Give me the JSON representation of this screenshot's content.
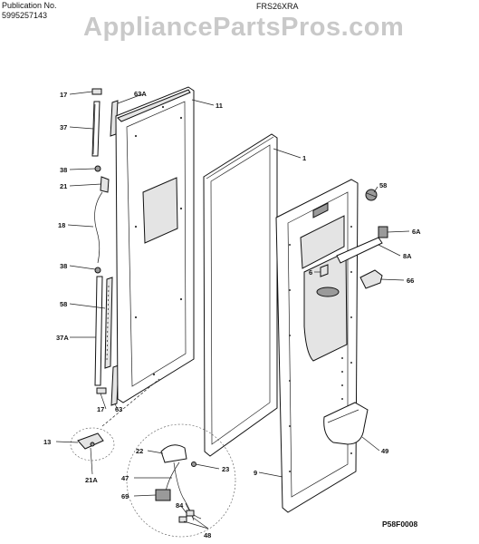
{
  "header": {
    "publication_label": "Publication No.",
    "publication_number": "5995257143",
    "model": "FRS26XRA"
  },
  "watermark": "AppliancePartsPros.com",
  "figure_id": "P58F0008",
  "callouts": [
    "17",
    "63A",
    "11",
    "37",
    "1",
    "38",
    "21",
    "58",
    "6A",
    "18",
    "8A",
    "38",
    "6",
    "66",
    "58",
    "37A",
    "17",
    "63",
    "13",
    "22",
    "23",
    "21A",
    "49",
    "47",
    "9",
    "69",
    "84",
    "48"
  ]
}
